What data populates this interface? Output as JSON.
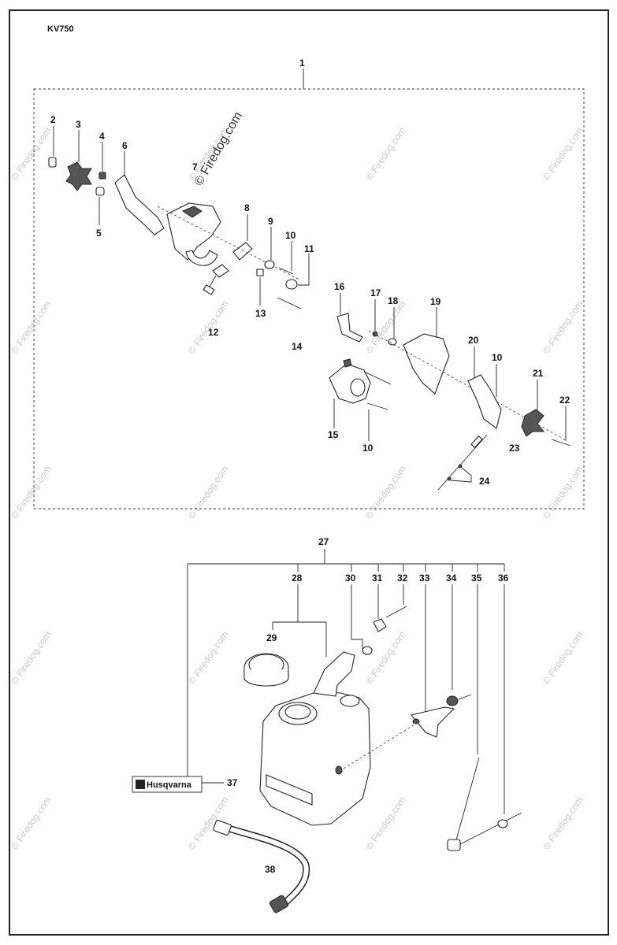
{
  "model": "KV750",
  "watermark": "© Firedog.com",
  "brand_label": "Husqvarna",
  "part_numbers": {
    "n1": "1",
    "n2": "2",
    "n3": "3",
    "n4": "4",
    "n5": "5",
    "n6": "6",
    "n7": "7",
    "n8": "8",
    "n9": "9",
    "n10a": "10",
    "n10b": "10",
    "n10c": "10",
    "n11": "11",
    "n12": "12",
    "n13": "13",
    "n14": "14",
    "n15": "15",
    "n16": "16",
    "n17": "17",
    "n18": "18",
    "n19": "19",
    "n20": "20",
    "n21": "21",
    "n22": "22",
    "n23": "23",
    "n24": "24",
    "n27": "27",
    "n28": "28",
    "n29": "29",
    "n30": "30",
    "n31": "31",
    "n32": "32",
    "n33": "33",
    "n34": "34",
    "n35": "35",
    "n36": "36",
    "n37": "37",
    "n38": "38"
  },
  "colors": {
    "line": "#222222",
    "watermark": "#c9c9c9",
    "background": "#ffffff"
  }
}
